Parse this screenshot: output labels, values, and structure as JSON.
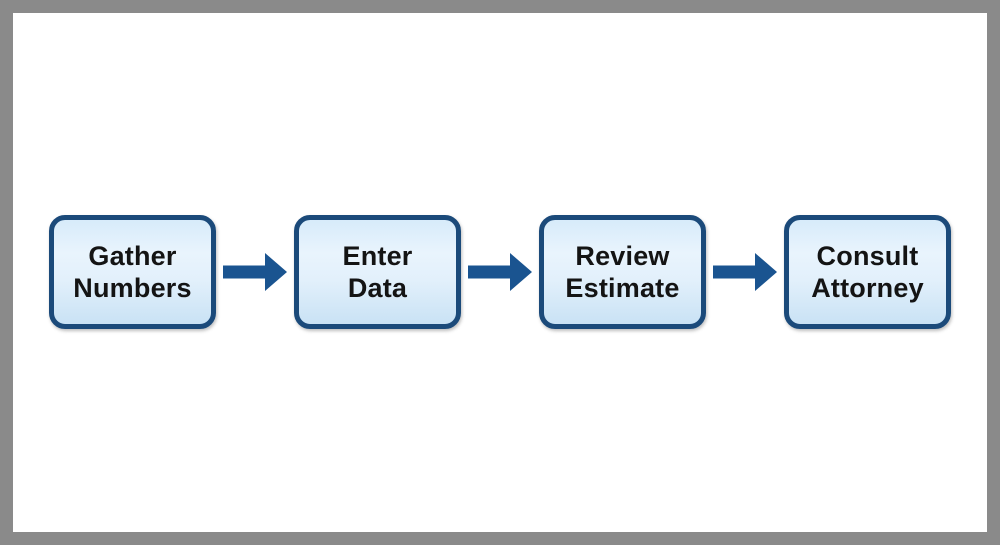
{
  "diagram": {
    "type": "flowchart",
    "direction": "left-to-right",
    "steps": [
      {
        "label": "Gather Numbers",
        "line1": "Gather",
        "line2": "Numbers"
      },
      {
        "label": "Enter Data",
        "line1": "Enter",
        "line2": "Data"
      },
      {
        "label": "Review Estimate",
        "line1": "Review",
        "line2": "Estimate"
      },
      {
        "label": "Consult Attorney",
        "line1": "Consult",
        "line2": "Attorney"
      }
    ],
    "connections": [
      {
        "from": "Gather Numbers",
        "to": "Enter Data"
      },
      {
        "from": "Enter Data",
        "to": "Review Estimate"
      },
      {
        "from": "Review Estimate",
        "to": "Consult Attorney"
      }
    ],
    "colors": {
      "box_border": "#1b4a7a",
      "box_fill_top": "#d7ebfa",
      "box_fill_mid": "#e9f4fd",
      "box_fill_bottom": "#c9e2f5",
      "arrow": "#1a5490",
      "text": "#141414",
      "frame": "#8a8a8a",
      "background": "#ffffff"
    }
  }
}
